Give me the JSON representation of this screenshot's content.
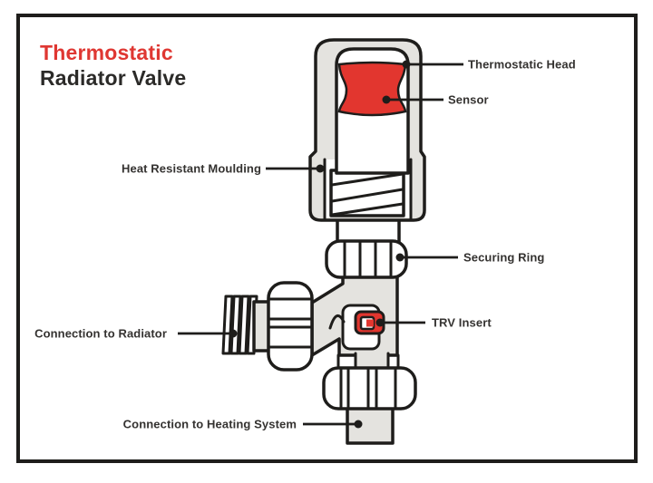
{
  "title": {
    "line1": "Thermostatic",
    "line2": "Radiator Valve"
  },
  "labels": [
    {
      "id": "thermostatic-head",
      "text": "Thermostatic Head",
      "side": "right"
    },
    {
      "id": "sensor",
      "text": "Sensor",
      "side": "right"
    },
    {
      "id": "heat-resistant-moulding",
      "text": "Heat Resistant Moulding",
      "side": "left"
    },
    {
      "id": "securing-ring",
      "text": "Securing Ring",
      "side": "right"
    },
    {
      "id": "trv-insert",
      "text": "TRV Insert",
      "side": "right"
    },
    {
      "id": "connection-to-radiator",
      "text": "Connection to Radiator",
      "side": "left"
    },
    {
      "id": "connection-to-heating-system",
      "text": "Connection to Heating System",
      "side": "left"
    }
  ],
  "colors": {
    "accent_red": "#e2362f",
    "title_red": "#df3732",
    "fill_gray": "#e4e3df",
    "outline": "#1e1d1b",
    "text_dark": "#343230",
    "bg": "#ffffff"
  }
}
